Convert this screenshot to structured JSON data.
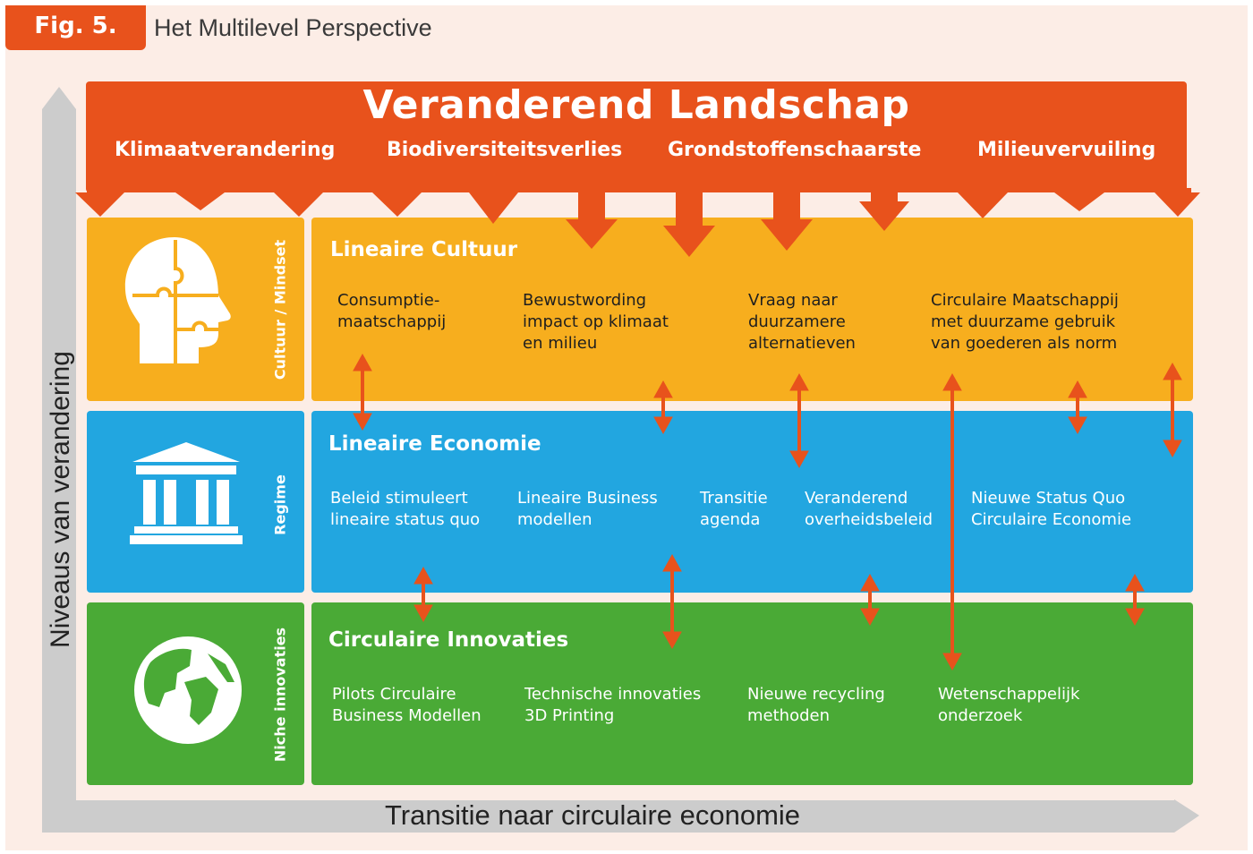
{
  "figure": {
    "badge": "Fig. 5.",
    "title": "Het Multilevel Perspective"
  },
  "landscape": {
    "title": "Veranderend Landschap",
    "drivers": [
      "Klimaatverandering",
      "Biodiversiteitsverlies",
      "Grondstoffenschaarste",
      "Milieuvervuiling"
    ]
  },
  "axes": {
    "y_label": "Niveaus van verandering",
    "x_label": "Transitie naar circulaire economie"
  },
  "levels": {
    "culture": {
      "side_label": "Cultuur / Mindset",
      "icon": "head-puzzle-icon",
      "title": "Lineaire Cultuur",
      "items": [
        "Consumptie-\nmaatschappij",
        "Bewustwording\nimpact op klimaat\nen milieu",
        "Vraag naar\nduurzamere\nalternatieven",
        "Circulaire Maatschappij\nmet duurzame gebruik\nvan goederen als norm"
      ]
    },
    "regime": {
      "side_label": "Regime",
      "icon": "government-building-icon",
      "title": "Lineaire Economie",
      "items": [
        "Beleid stimuleert\nlineaire status quo",
        "Lineaire Business\nmodellen",
        "Transitie\nagenda",
        "Veranderend\noverheidsbeleid",
        "Nieuwe Status Quo\nCirculaire Economie"
      ]
    },
    "niche": {
      "side_label": "Niche innovaties",
      "icon": "globe-icon",
      "title": "Circulaire Innovaties",
      "items": [
        "Pilots Circulaire\nBusiness Modellen",
        "Technische innovaties\n3D Printing",
        "Nieuwe recycling\nmethoden",
        "Wetenschappelijk\nonderzoek"
      ]
    }
  },
  "colors": {
    "orange": "#e8521c",
    "yellow": "#f7ae1e",
    "blue": "#22a6e0",
    "green": "#4aaa36",
    "axis_grey": "#cccccc",
    "background": "#fcede6"
  }
}
